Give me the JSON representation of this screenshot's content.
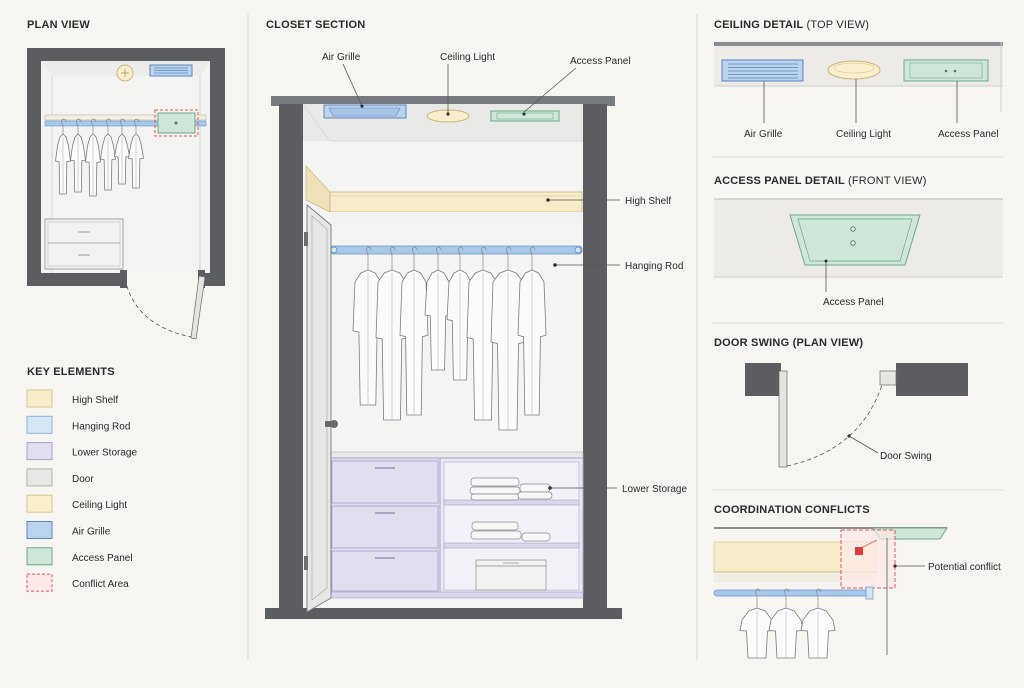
{
  "sections": {
    "plan_view": "PLAN VIEW",
    "closet_section": "CLOSET SECTION",
    "key_elements": "KEY ELEMENTS",
    "ceiling_detail": "CEILING DETAIL",
    "ceiling_detail_sub": "(TOP VIEW)",
    "access_panel_detail": "ACCESS PANEL DETAIL",
    "access_panel_detail_sub": "(FRONT VIEW)",
    "door_swing": "DOOR SWING (PLAN VIEW)",
    "coordination_conflicts": "COORDINATION CONFLICTS"
  },
  "legend": [
    {
      "label": "High Shelf",
      "color": "#f7ecc9",
      "border": "#d8c58d"
    },
    {
      "label": "Hanging Rod",
      "color": "#d7e6f5",
      "border": "#8fb1d6"
    },
    {
      "label": "Lower Storage",
      "color": "#e2def0",
      "border": "#a9a2c8"
    },
    {
      "label": "Door",
      "color": "#e7e7e5",
      "border": "#b1b1ad"
    },
    {
      "label": "Ceiling Light",
      "color": "#faefcc",
      "border": "#d8c58d"
    },
    {
      "label": "Air Grille",
      "color": "#bcd3ee",
      "border": "#5e86c1"
    },
    {
      "label": "Access Panel",
      "color": "#cfe6d8",
      "border": "#6fa88a"
    },
    {
      "label": "Conflict Area",
      "color": "#fde8e8",
      "border": "#d95c5c",
      "dashed": true
    }
  ],
  "section_callouts": {
    "air_grille": "Air Grille",
    "ceiling_light": "Ceiling Light",
    "access_panel": "Access Panel",
    "high_shelf": "High Shelf",
    "hanging_rod": "Hanging Rod",
    "lower_storage": "Lower Storage"
  },
  "ceiling_detail_labels": {
    "air_grille": "Air Grille",
    "ceiling_light": "Ceiling Light",
    "access_panel": "Access Panel"
  },
  "access_panel_label": "Access Panel",
  "door_swing_label": "Door Swing",
  "conflict_label": "Potential conflict",
  "colors": {
    "wall": "#5b5d61",
    "shelf": "#f7ecc9",
    "rod": "#a9c8ea",
    "storage": "#e2def0",
    "grille": "#bcd3ee",
    "light": "#faefcc",
    "panel": "#cfe6d8",
    "conflict": "#d95c5c"
  }
}
